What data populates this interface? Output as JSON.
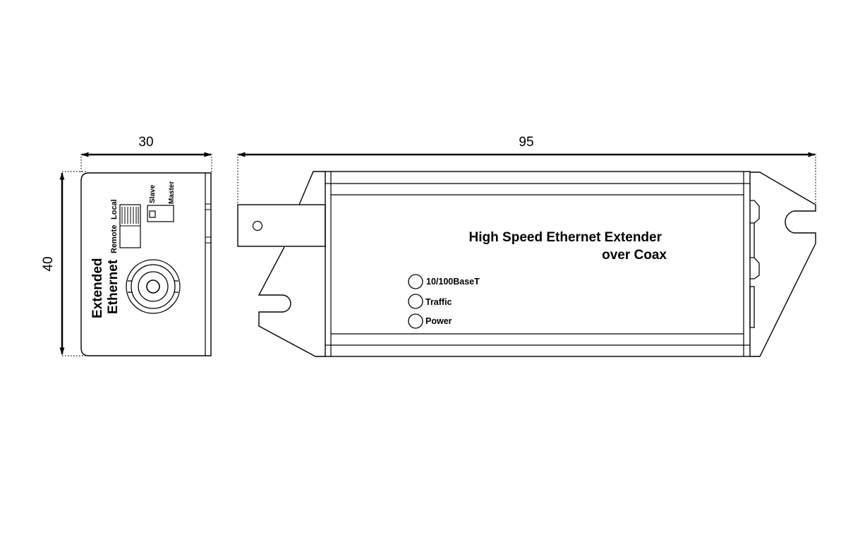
{
  "dimensions": {
    "side_width": "30",
    "side_height": "40",
    "front_length": "95"
  },
  "side_view": {
    "product_name_line1": "Extended",
    "product_name_line2": "Ethernet",
    "switch_remote_label": "Remote",
    "switch_local_label": "Local",
    "switch_slave_label": "Slave",
    "switch_master_label": "Master"
  },
  "front_view": {
    "title_line1": "High Speed Ethernet Extender",
    "title_line2": "over Coax",
    "leds": [
      {
        "label": "10/100BaseT"
      },
      {
        "label": "Traffic"
      },
      {
        "label": "Power"
      }
    ]
  }
}
